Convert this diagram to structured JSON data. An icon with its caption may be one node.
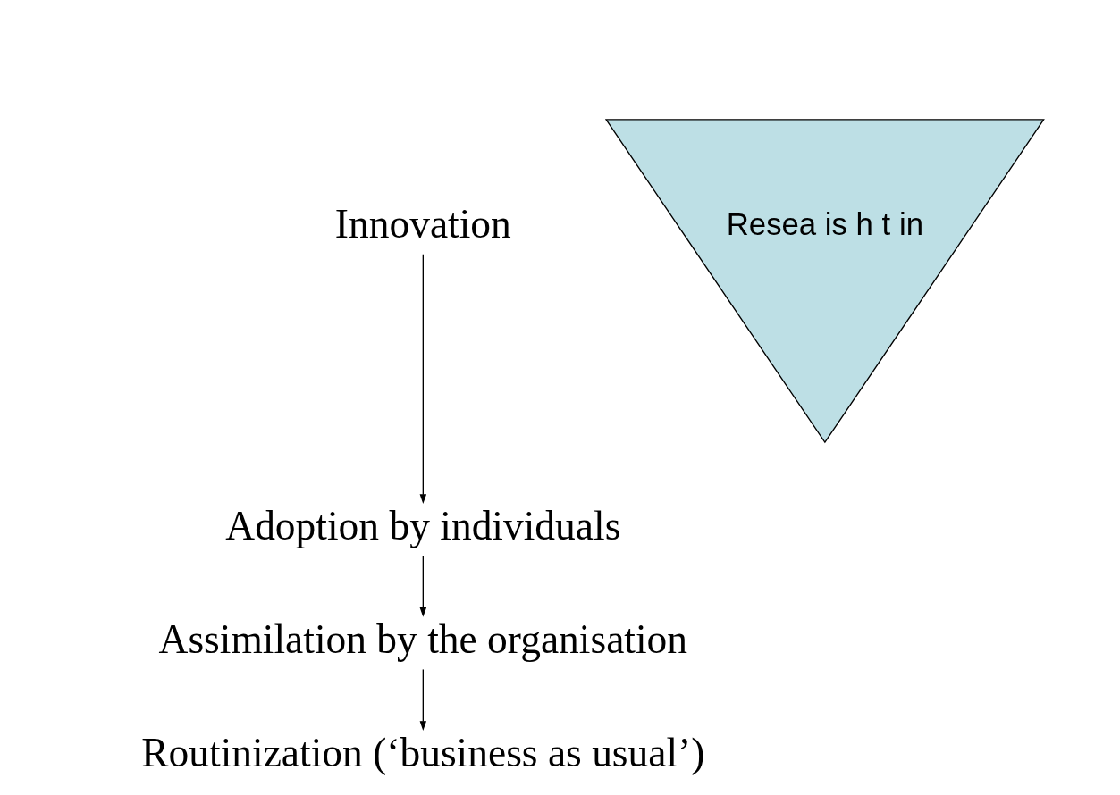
{
  "diagram": {
    "nodes": [
      {
        "text": [
          "Innovation"
        ]
      },
      {
        "text": [
          "Adoption by individuals"
        ]
      },
      {
        "text": [
          "Assimilation by the organisation"
        ]
      },
      {
        "text": [
          "Routinization (‘business as usual’)"
        ]
      },
      {
        "text": [
          "Resea is h t in"
        ]
      }
    ],
    "edges": [
      {
        "from": 0,
        "to": 1,
        "arrow": "to"
      },
      {
        "from": 1,
        "to": 2,
        "arrow": "to"
      },
      {
        "from": 2,
        "to": 3,
        "arrow": "to"
      }
    ]
  }
}
